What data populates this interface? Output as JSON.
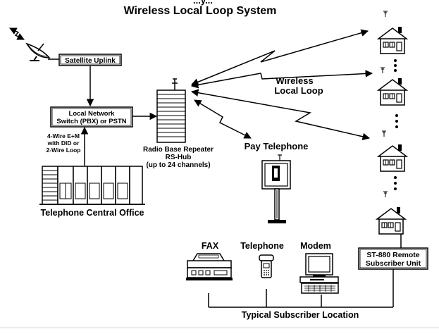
{
  "title_partial": "...y...",
  "title": "Wireless Local Loop System",
  "labels": {
    "satellite_uplink": "Satellite Uplink",
    "local_network_line1": "Local Network",
    "local_network_line2": "Switch (PBX) or PSTN",
    "wire_line1": "4-Wire E+M",
    "wire_line2": "with DID or",
    "wire_line3": "2-Wire Loop",
    "central_office": "Telephone Central Office",
    "repeater_line1": "Radio Base Repeater",
    "repeater_line2": "RS-Hub",
    "repeater_line3": "(up to 24 channels)",
    "wireless_line1": "Wireless",
    "wireless_line2": "Local Loop",
    "pay_telephone": "Pay Telephone",
    "fax": "FAX",
    "telephone": "Telephone",
    "modem": "Modem",
    "remote_line1": "ST-880 Remote",
    "remote_line2": "Subscriber Unit",
    "subscriber_location": "Typical Subscriber Location"
  }
}
